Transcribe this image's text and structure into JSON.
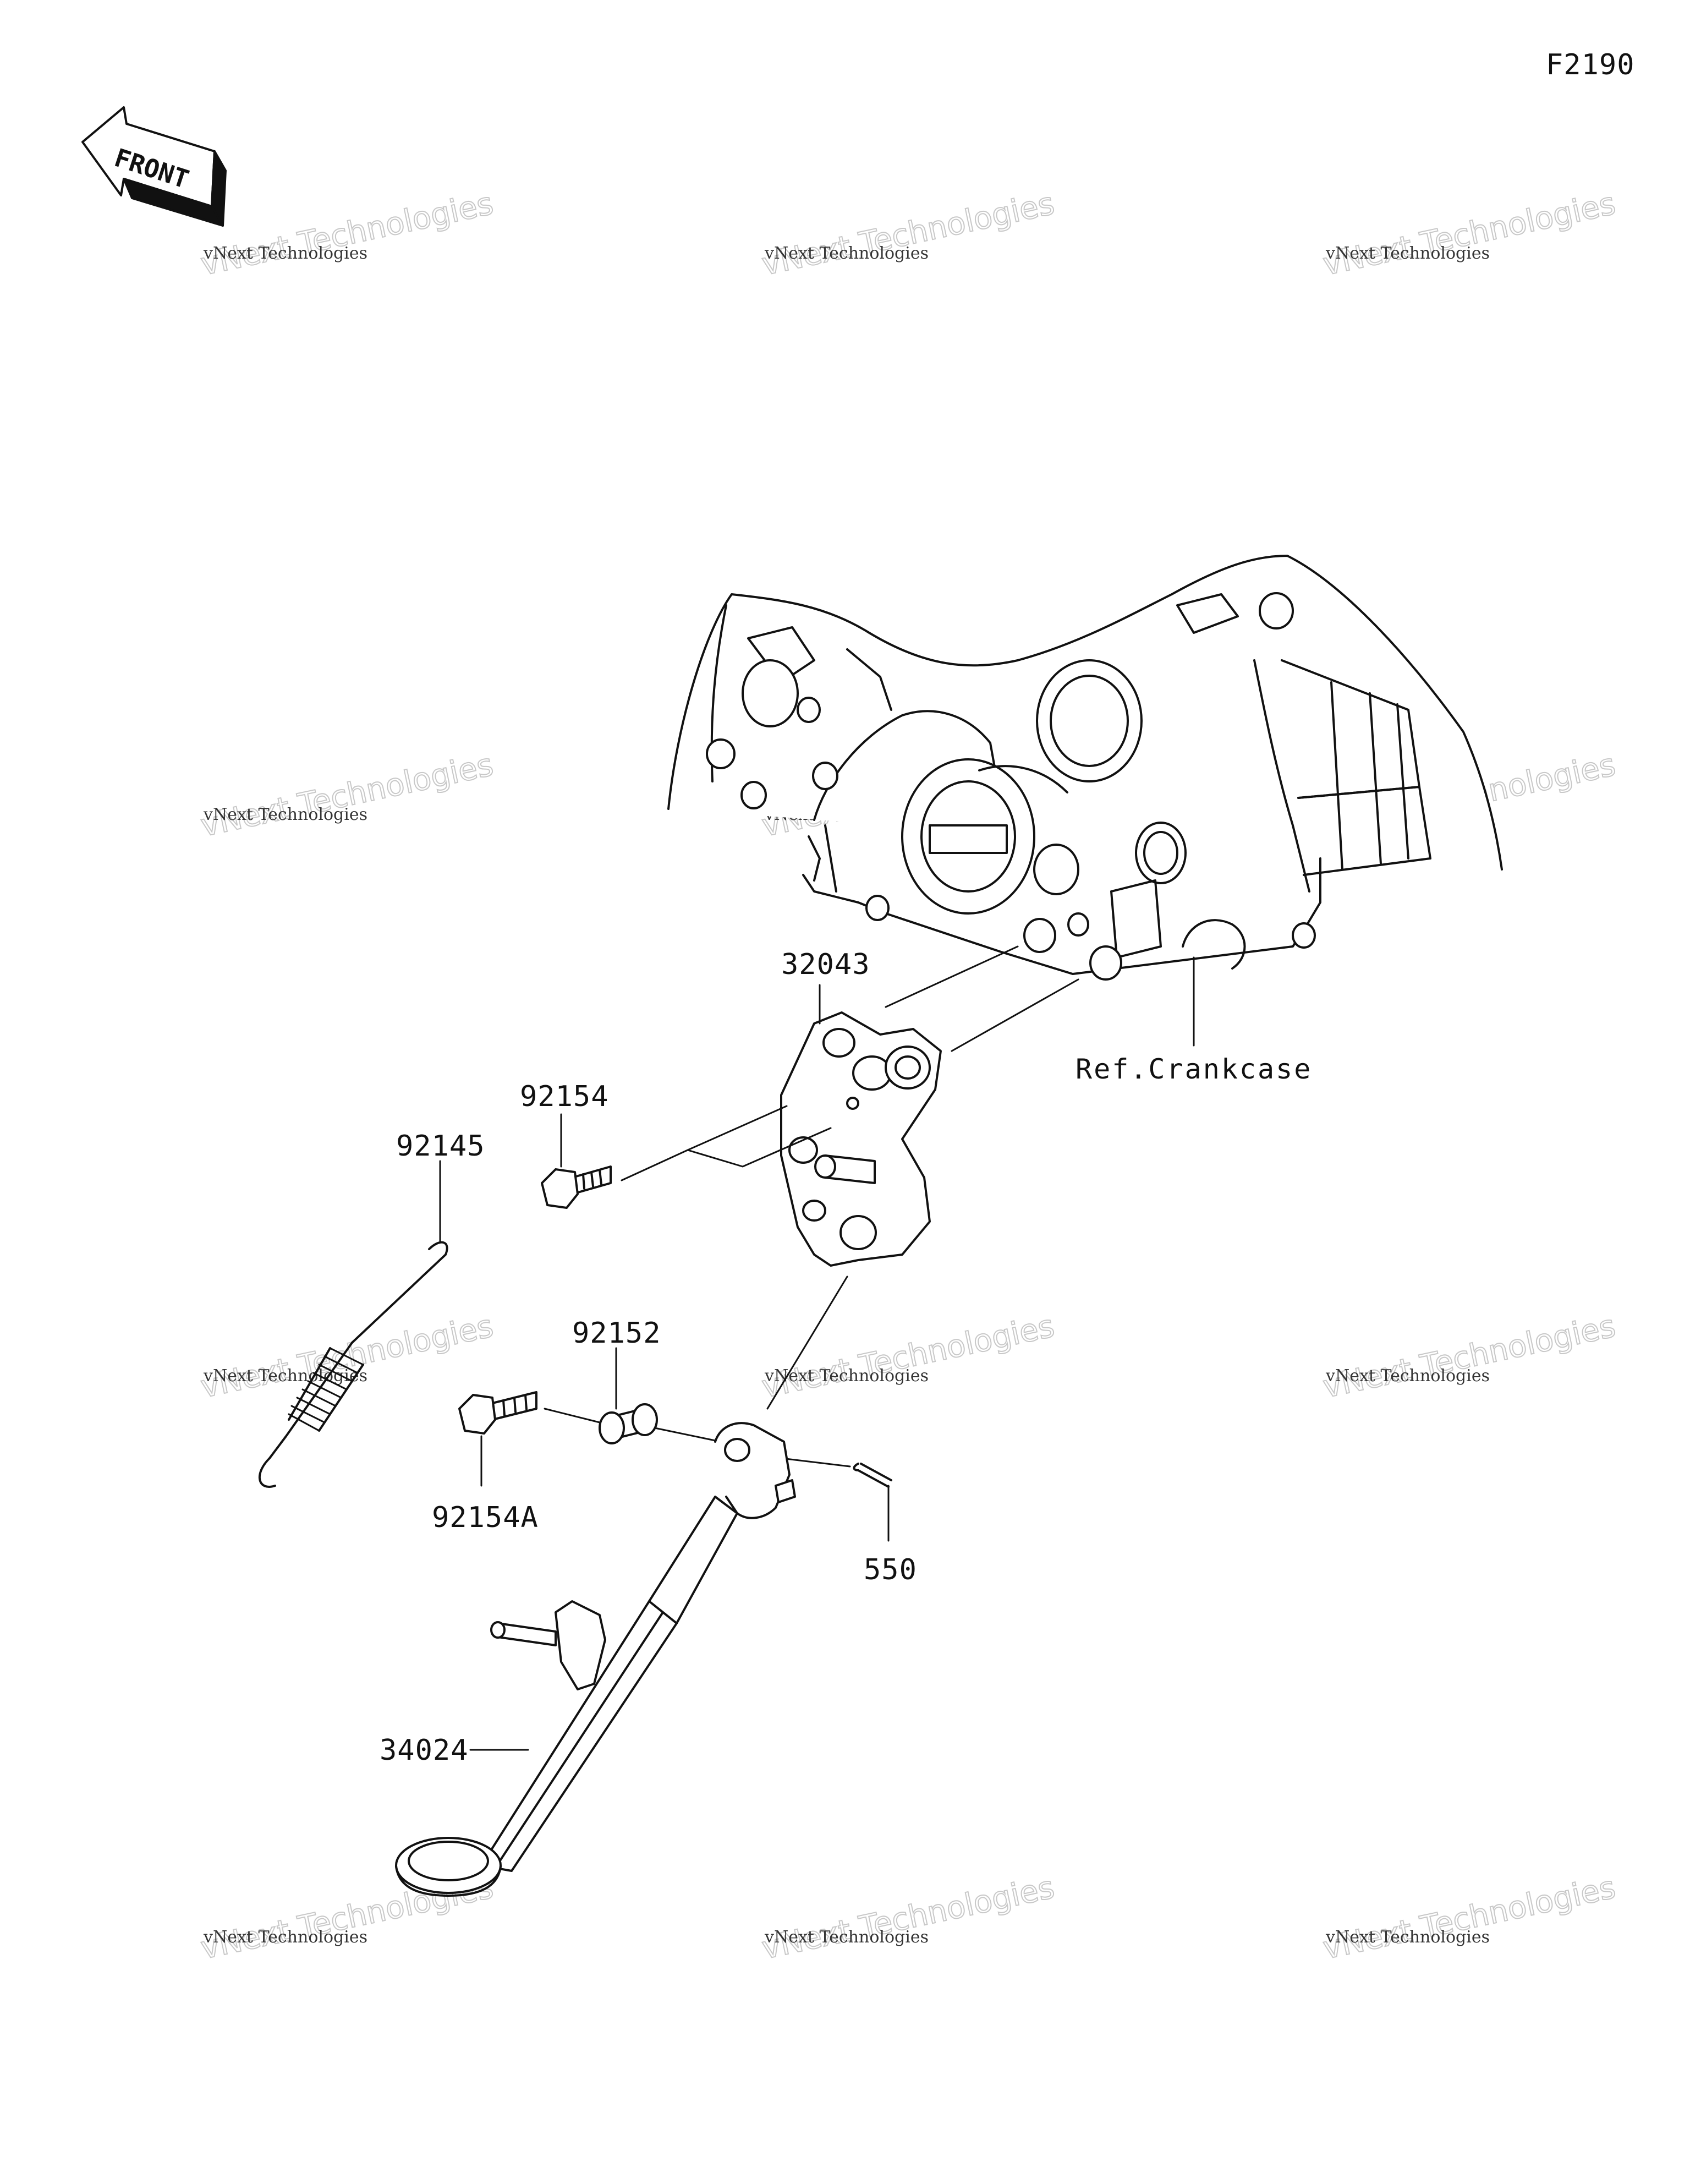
{
  "diagram_code": "F2190",
  "front_arrow_label": "FRONT",
  "reference_label": "Ref.Crankcase",
  "part_numbers": {
    "bracket": "32043",
    "bolt_upper": "92154",
    "spring": "92145",
    "collar": "92152",
    "bolt_lower": "92154A",
    "pin": "550",
    "side_stand": "34024"
  },
  "watermark": {
    "line1": "vNext Technologies",
    "line2": "vNext Technologies"
  },
  "colors": {
    "line": "#111111",
    "background": "#ffffff",
    "watermark": "#c8c8c8"
  }
}
